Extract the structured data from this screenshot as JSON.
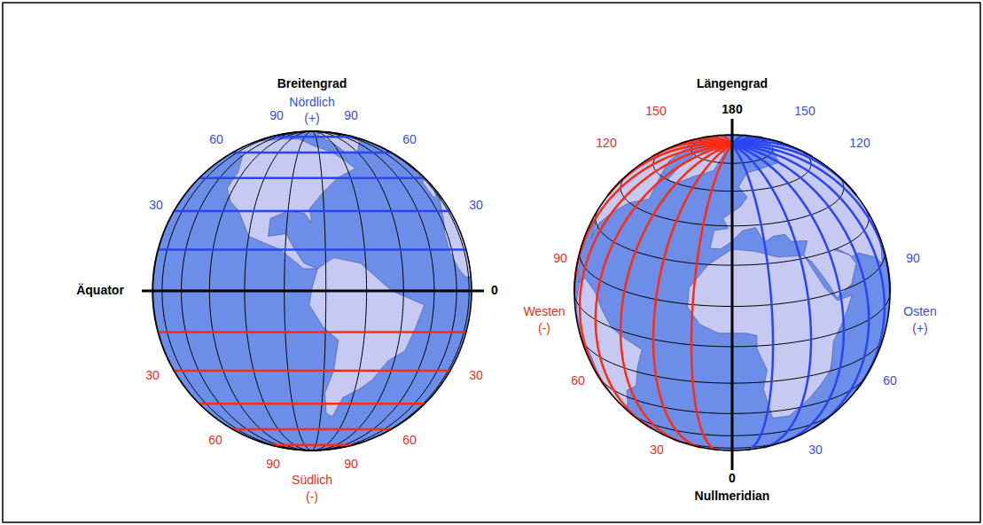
{
  "diagram": {
    "labels": [
      "Breitengrad",
      "Nördlich",
      "(+)",
      "90",
      "90",
      "60",
      "60",
      "30",
      "30",
      "Äquator",
      "0",
      "30",
      "30",
      "60",
      "60",
      "90",
      "90",
      "Südlich",
      "(-)",
      "Längengrad",
      "180",
      "150",
      "150",
      "120",
      "120",
      "90",
      "90",
      "Westen",
      "(-)",
      "Osten",
      "(+)",
      "60",
      "60",
      "30",
      "30",
      "0",
      "Nullmeridian"
    ]
  }
}
